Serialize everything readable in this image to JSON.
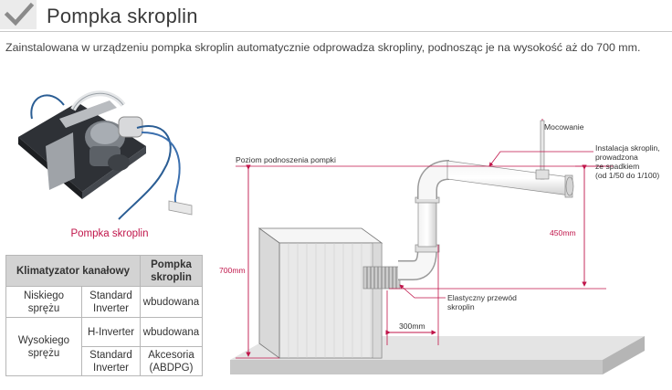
{
  "header": {
    "title": "Pompka skroplin"
  },
  "description": "Zainstalowana w urządzeniu pompka skroplin automatycznie odprowadza skropliny, podnosząc je na wysokość aż do 700 mm.",
  "photo": {
    "caption": "Pompka skroplin"
  },
  "table": {
    "header": {
      "col1": "Klimatyzator kanałowy",
      "col2_line1": "Pompka",
      "col2_line2": "skroplin"
    },
    "rows": [
      {
        "group_line1": "Niskiego",
        "group_line2": "sprężu",
        "type_line1": "Standard",
        "type_line2": "Inverter",
        "value_line1": "wbudowana",
        "value_line2": ""
      },
      {
        "group_line1": "Wysokiego",
        "group_line2": "sprężu",
        "type_line1": "H-Inverter",
        "type_line2": "",
        "value_line1": "wbudowana",
        "value_line2": ""
      },
      {
        "type_line1": "Standard",
        "type_line2": "Inverter",
        "value_line1": "Akcesoria",
        "value_line2": "(ABDPG)"
      }
    ]
  },
  "diagram": {
    "mount_label": "Mocowanie",
    "pump_level_label": "Poziom podnoszenia pompki",
    "install_line1": "Instalacja skroplin,",
    "install_line2": "prowadzona",
    "install_line3": "ze spadkiem",
    "install_line4": "(od 1/50 do 1/100)",
    "dim_450": "450mm",
    "dim_700": "700mm",
    "hose_line1": "Elastyczny przewód",
    "hose_line2": "skroplin",
    "dim_300": "300mm"
  },
  "colors": {
    "accent": "#c0154a",
    "table_header_bg": "#d3d3d3",
    "floor": "#d2d2d2"
  }
}
